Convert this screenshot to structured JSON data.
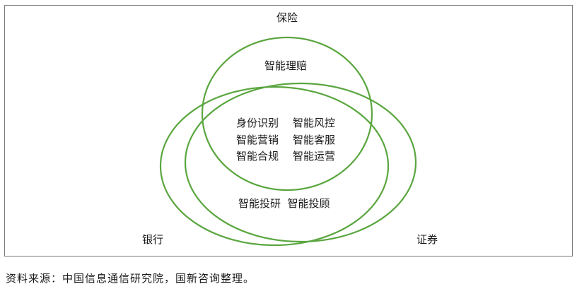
{
  "diagram": {
    "sets": {
      "insurance": "保险",
      "bank": "银行",
      "securities": "证券"
    },
    "regions": {
      "insurance_only": "智能理赔",
      "center_left": [
        "身份识别",
        "智能营销",
        "智能合规"
      ],
      "center_right": [
        "智能风控",
        "智能客服",
        "智能运营"
      ],
      "bank_securities": "智能投研  智能投顾"
    },
    "circle_color": "#5aa63f"
  },
  "source": "资料来源：中国信息通信研究院，国新咨询整理。"
}
